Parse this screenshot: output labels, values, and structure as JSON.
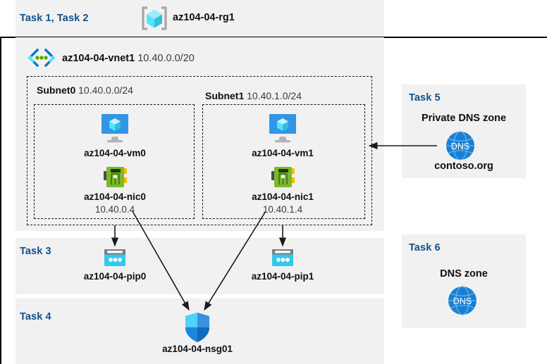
{
  "diagram": {
    "resource_group": {
      "task_label": "Task 1, Task 2",
      "name": "az104-04-rg1",
      "icon": "resource-group-icon"
    },
    "vnet": {
      "name": "az104-04-vnet1",
      "address_space": "10.40.0.0/20",
      "icon": "virtual-network-icon"
    },
    "subnets": [
      {
        "name": "Subnet0",
        "prefix": "10.40.0.0/24"
      },
      {
        "name": "Subnet1",
        "prefix": "10.40.1.0/24"
      }
    ],
    "vms": [
      {
        "name": "az104-04-vm0",
        "icon": "virtual-machine-icon"
      },
      {
        "name": "az104-04-vm1",
        "icon": "virtual-machine-icon"
      }
    ],
    "nics": [
      {
        "name": "az104-04-nic0",
        "ip": "10.40.0.4",
        "icon": "network-interface-icon"
      },
      {
        "name": "az104-04-nic1",
        "ip": "10.40.1.4",
        "icon": "network-interface-icon"
      }
    ],
    "public_ips": {
      "task_label": "Task 3",
      "items": [
        {
          "name": "az104-04-pip0",
          "icon": "public-ip-address-icon"
        },
        {
          "name": "az104-04-pip1",
          "icon": "public-ip-address-icon"
        }
      ]
    },
    "nsg": {
      "task_label": "Task 4",
      "name": "az104-04-nsg01",
      "icon": "network-security-group-icon"
    },
    "private_dns_zone": {
      "task_label": "Task 5",
      "heading": "Private DNS zone",
      "name": "contoso.org",
      "icon": "dns-zone-icon",
      "icon_text": "DNS"
    },
    "dns_zone": {
      "task_label": "Task 6",
      "heading": "DNS zone",
      "icon": "dns-zone-icon",
      "icon_text": "DNS"
    },
    "colors": {
      "task_text": "#12508f",
      "panel_bg": "#f1f1f1",
      "page_bg": "#ffffff",
      "frame_border": "#000000",
      "dashed_border": "#1a1a1a",
      "accent_cyan": "#32c8f0",
      "accent_blue": "#1f7fd4",
      "nic_green": "#7ab929",
      "dns_blue": "#1a7fd4",
      "arrow": "#1a1a1a"
    }
  }
}
